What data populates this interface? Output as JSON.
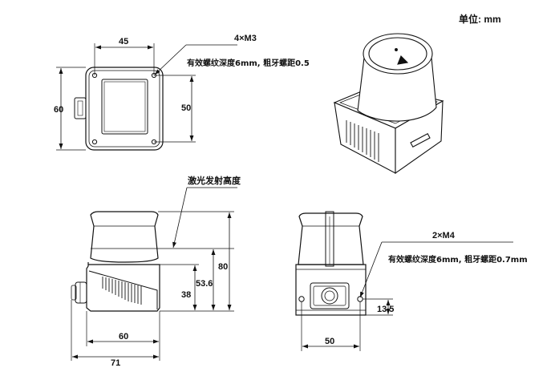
{
  "unit_label": "单位: mm",
  "top_view": {
    "width": "45",
    "height": "60",
    "hole_spacing": "50",
    "thread_count": "4×M3",
    "thread_note": "有效螺纹深度6mm, 粗牙螺距0.5"
  },
  "side_view": {
    "laser_label": "激光发射高度",
    "total_height": "80",
    "laser_height": "53.6",
    "base_height": "38",
    "body_width": "60",
    "total_width": "71"
  },
  "rear_view": {
    "thread_count": "2×M4",
    "thread_note": "有效螺纹深度6mm, 粗牙螺距0.7mm",
    "hole_height": "13.5",
    "width": "50"
  }
}
